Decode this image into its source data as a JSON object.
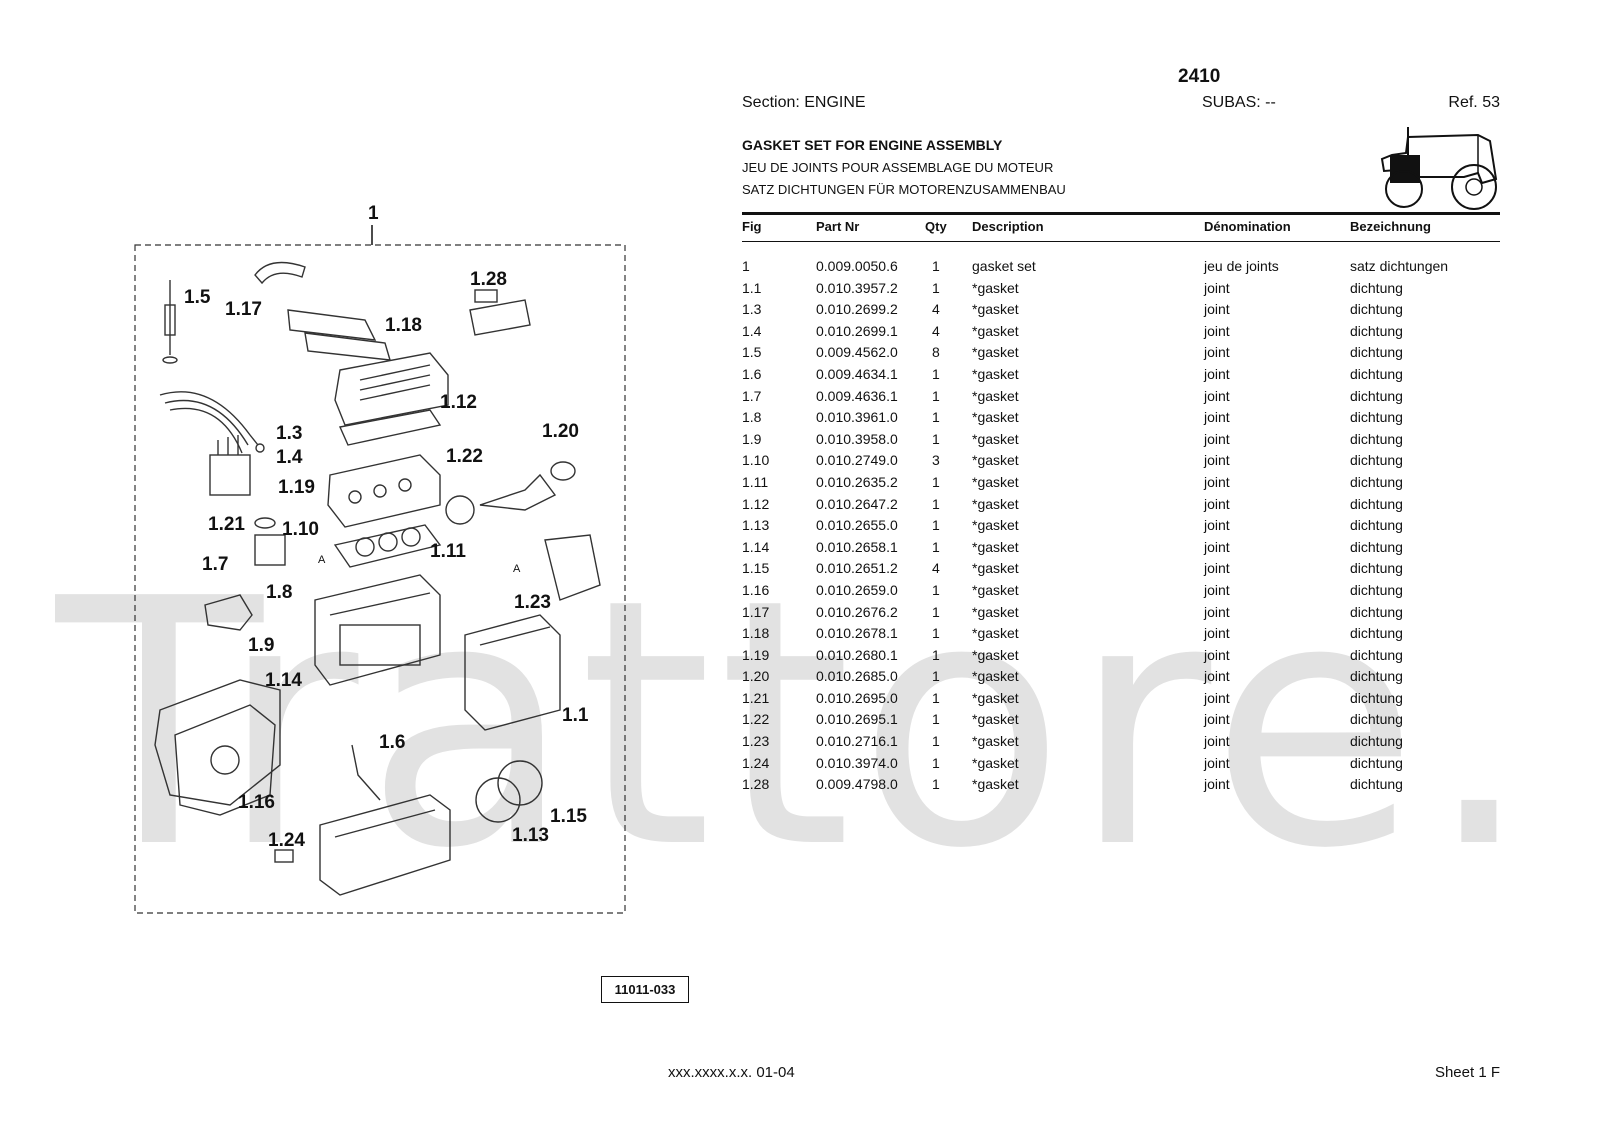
{
  "watermark": "Trattore.it",
  "header": {
    "model": "2410",
    "section": "Section: ENGINE",
    "subas": "SUBAS: --",
    "ref": "Ref. 53",
    "title_en": "GASKET SET FOR ENGINE ASSEMBLY",
    "title_fr": "JEU DE JOINTS POUR ASSEMBLAGE DU MOTEUR",
    "title_de": "SATZ DICHTUNGEN FÜR MOTORENZUSAMMENBAU"
  },
  "table": {
    "headers": [
      "Fig",
      "Part Nr",
      "Qty",
      "Description",
      "Dénomination",
      "Bezeichnung"
    ],
    "rows": [
      [
        "1",
        "0.009.0050.6",
        "1",
        "gasket set",
        "jeu de joints",
        "satz dichtungen"
      ],
      [
        "1.1",
        "0.010.3957.2",
        "1",
        "*gasket",
        "joint",
        "dichtung"
      ],
      [
        "1.3",
        "0.010.2699.2",
        "4",
        "*gasket",
        "joint",
        "dichtung"
      ],
      [
        "1.4",
        "0.010.2699.1",
        "4",
        "*gasket",
        "joint",
        "dichtung"
      ],
      [
        "1.5",
        "0.009.4562.0",
        "8",
        "*gasket",
        "joint",
        "dichtung"
      ],
      [
        "1.6",
        "0.009.4634.1",
        "1",
        "*gasket",
        "joint",
        "dichtung"
      ],
      [
        "1.7",
        "0.009.4636.1",
        "1",
        "*gasket",
        "joint",
        "dichtung"
      ],
      [
        "1.8",
        "0.010.3961.0",
        "1",
        "*gasket",
        "joint",
        "dichtung"
      ],
      [
        "1.9",
        "0.010.3958.0",
        "1",
        "*gasket",
        "joint",
        "dichtung"
      ],
      [
        "1.10",
        "0.010.2749.0",
        "3",
        "*gasket",
        "joint",
        "dichtung"
      ],
      [
        "1.11",
        "0.010.2635.2",
        "1",
        "*gasket",
        "joint",
        "dichtung"
      ],
      [
        "1.12",
        "0.010.2647.2",
        "1",
        "*gasket",
        "joint",
        "dichtung"
      ],
      [
        "1.13",
        "0.010.2655.0",
        "1",
        "*gasket",
        "joint",
        "dichtung"
      ],
      [
        "1.14",
        "0.010.2658.1",
        "1",
        "*gasket",
        "joint",
        "dichtung"
      ],
      [
        "1.15",
        "0.010.2651.2",
        "4",
        "*gasket",
        "joint",
        "dichtung"
      ],
      [
        "1.16",
        "0.010.2659.0",
        "1",
        "*gasket",
        "joint",
        "dichtung"
      ],
      [
        "1.17",
        "0.010.2676.2",
        "1",
        "*gasket",
        "joint",
        "dichtung"
      ],
      [
        "1.18",
        "0.010.2678.1",
        "1",
        "*gasket",
        "joint",
        "dichtung"
      ],
      [
        "1.19",
        "0.010.2680.1",
        "1",
        "*gasket",
        "joint",
        "dichtung"
      ],
      [
        "1.20",
        "0.010.2685.0",
        "1",
        "*gasket",
        "joint",
        "dichtung"
      ],
      [
        "1.21",
        "0.010.2695.0",
        "1",
        "*gasket",
        "joint",
        "dichtung"
      ],
      [
        "1.22",
        "0.010.2695.1",
        "1",
        "*gasket",
        "joint",
        "dichtung"
      ],
      [
        "1.23",
        "0.010.2716.1",
        "1",
        "*gasket",
        "joint",
        "dichtung"
      ],
      [
        "1.24",
        "0.010.3974.0",
        "1",
        "*gasket",
        "joint",
        "dichtung"
      ],
      [
        "1.28",
        "0.009.4798.0",
        "1",
        "*gasket",
        "joint",
        "dichtung"
      ]
    ]
  },
  "diagram": {
    "callouts": [
      "1",
      "1.5",
      "1.17",
      "1.18",
      "1.28",
      "1.12",
      "1.3",
      "1.4",
      "1.20",
      "1.22",
      "1.19",
      "1.21",
      "1.10",
      "1.11",
      "1.7",
      "1.8",
      "1.9",
      "1.23",
      "1.14",
      "1.1",
      "1.6",
      "1.16",
      "1.13",
      "1.15",
      "1.24"
    ],
    "markers": [
      "A",
      "A"
    ],
    "figure_code": "11011-033"
  },
  "footer": {
    "code": "xxx.xxxx.x.x. 01-04",
    "sheet": "Sheet 1 F"
  }
}
